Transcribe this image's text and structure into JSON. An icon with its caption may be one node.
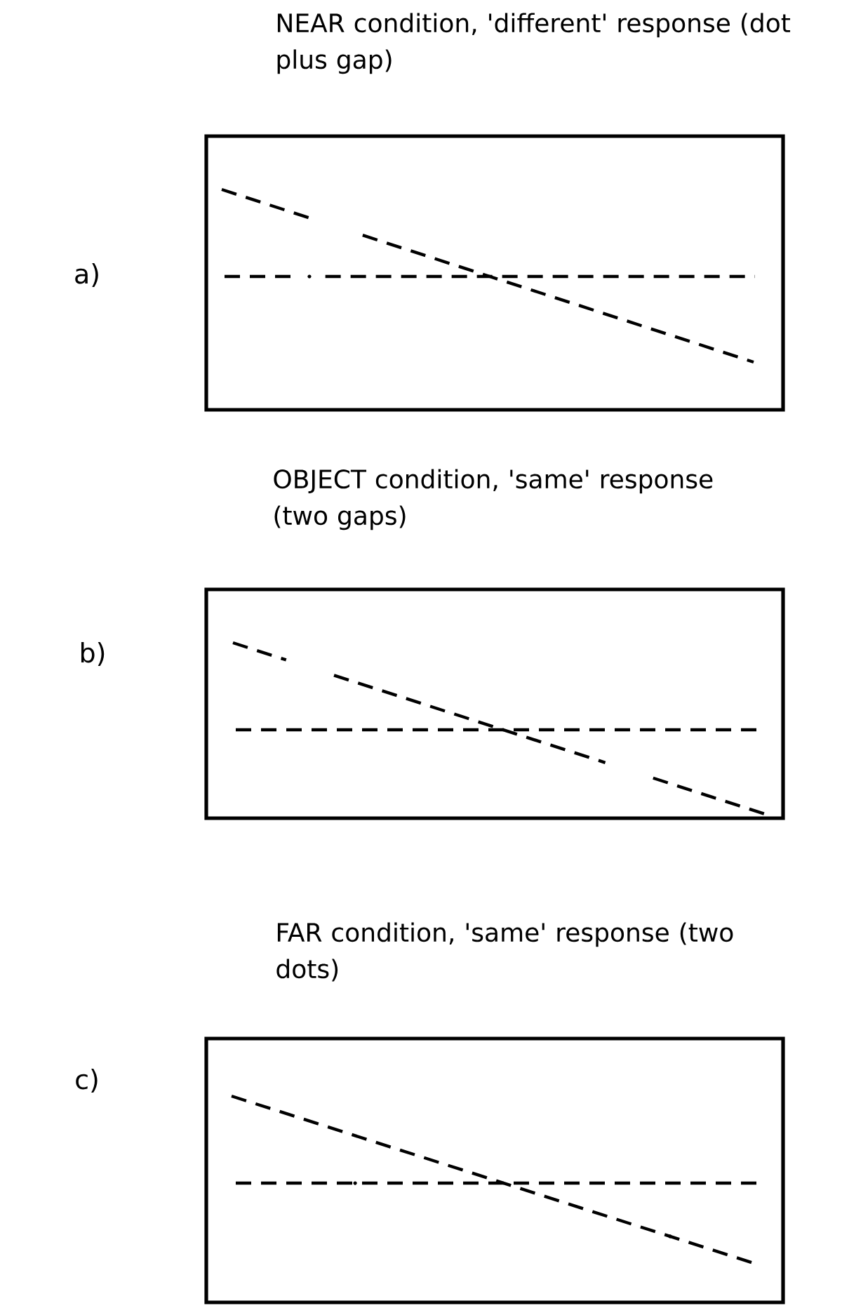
{
  "diagram": {
    "nodes": [
      {
        "text": [
          "NEAR condition, 'different' response (dot plus gap)"
        ]
      },
      {
        "text": [
          "OBJECT condition, 'same' response (two gaps)"
        ]
      },
      {
        "text": [
          "FAR condition, 'same' response (two dots)"
        ]
      }
    ],
    "labels": [
      "a)",
      "b)",
      "c)"
    ]
  }
}
